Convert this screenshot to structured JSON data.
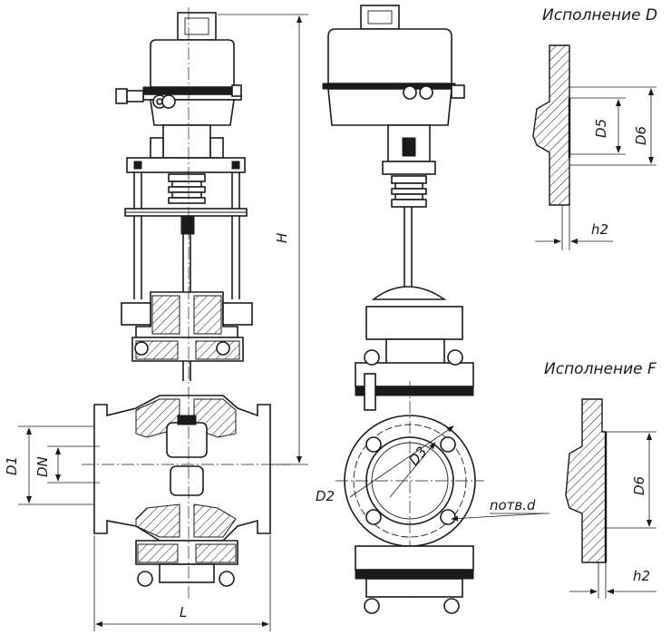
{
  "titles": {
    "variant_d": "Исполнение D",
    "variant_f": "Исполнение F"
  },
  "labels": {
    "H": "H",
    "L": "L",
    "D1": "D1",
    "DN": "DN",
    "D2": "D2",
    "D3": "D3",
    "D5": "D5",
    "D6_d": "D6",
    "D6_f": "D6",
    "h2_d": "h2",
    "h2_f": "h2",
    "holes": "nотв.d"
  }
}
